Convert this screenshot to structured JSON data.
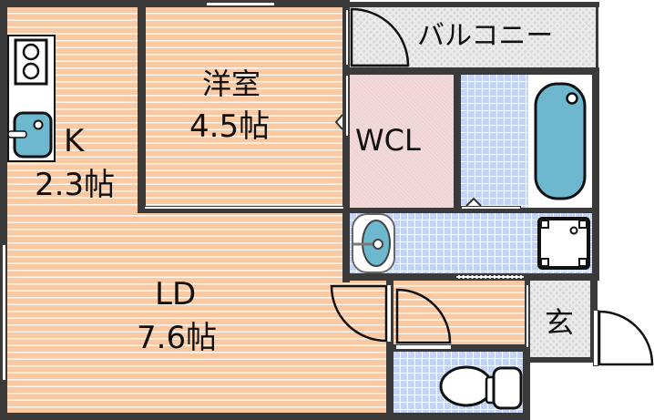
{
  "rooms": {
    "kitchen": {
      "name": "K",
      "size": "2.3帖"
    },
    "western_room": {
      "name": "洋室",
      "size": "4.5帖"
    },
    "walk_in_closet": {
      "name": "WCL"
    },
    "balcony": {
      "name": "バルコニー"
    },
    "living_dining": {
      "name": "LD",
      "size": "7.6帖"
    },
    "entrance": {
      "name": "玄"
    }
  },
  "colors": {
    "floor": "#f9c9a3",
    "tile": "#c5d4f3",
    "fixture_blue": "#6db8cf",
    "wall": "#3a3a3a",
    "closet_pink": "#f3d9d9",
    "balcony_gray": "#d9d9d9"
  },
  "icons": [
    "stove-icon",
    "kitchen-sink-icon",
    "bathtub-icon",
    "washbasin-icon",
    "washing-machine-pan-icon",
    "toilet-icon",
    "door-swing-icon"
  ]
}
